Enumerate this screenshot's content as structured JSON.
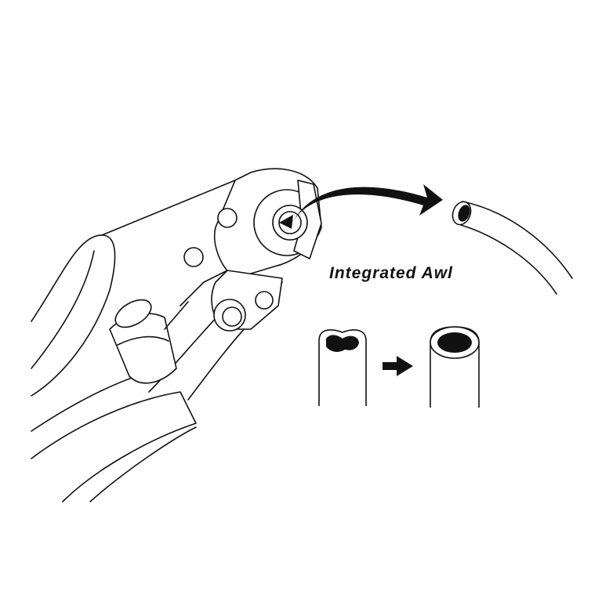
{
  "caption": "Integrated Awl",
  "colors": {
    "ink": "#111111",
    "background": "#ffffff"
  },
  "icons": [
    "crimping-tool",
    "curved-arrow-icon",
    "cable-housing-end",
    "deformed-housing",
    "arrow-right-icon",
    "round-housing"
  ]
}
